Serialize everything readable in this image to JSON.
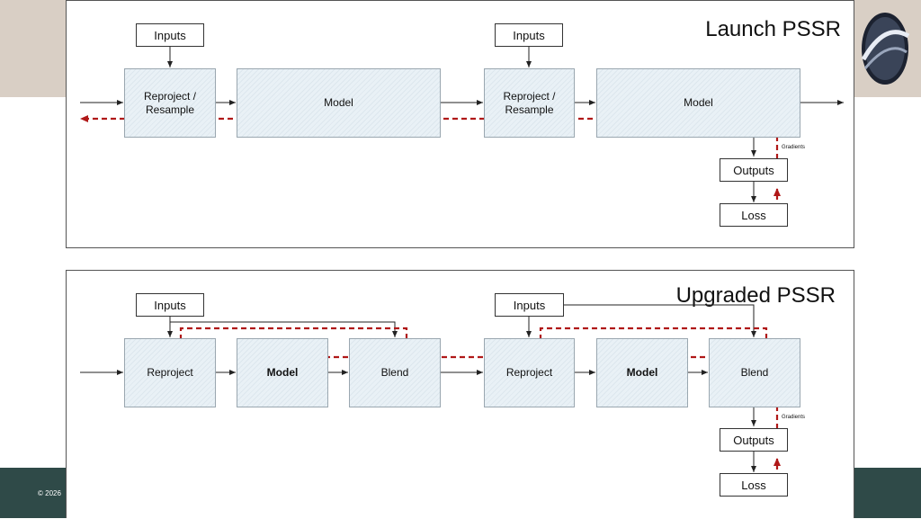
{
  "launch": {
    "title": "Launch PSSR",
    "inputs": "Inputs",
    "reproject": "Reproject / Resample",
    "model": "Model",
    "outputs": "Outputs",
    "loss": "Loss",
    "gradients": "Gradients"
  },
  "upgraded": {
    "title": "Upgraded PSSR",
    "inputs": "Inputs",
    "reproject": "Reproject",
    "model": "Model",
    "blend": "Blend",
    "outputs": "Outputs",
    "loss": "Loss",
    "gradients": "Gradients"
  },
  "footer": {
    "copyright": "© 2026"
  },
  "colors": {
    "gradient_arrow": "#b01818",
    "band_top": "#d9cfc5",
    "band_bottom": "#2f4a48"
  }
}
